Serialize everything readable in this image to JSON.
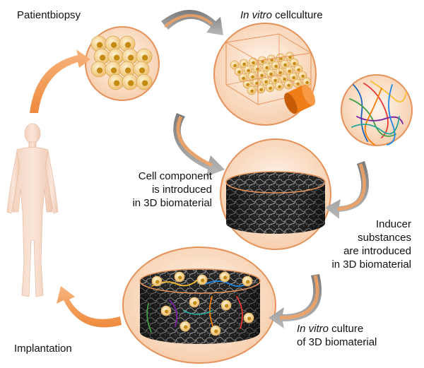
{
  "labels": {
    "patient_biopsy": "Patientbiopsy",
    "in_vitro_culture_italic": "In vitro",
    "in_vitro_culture_rest": " cellculture",
    "cell_component": "Cell component\nis introduced\nin 3D biomaterial",
    "inducer": "Inducer\nsubstances\nare introduced\nin 3D biomaterial",
    "culture_3d_italic": "In vitro",
    "culture_3d_rest": " culture\nof 3D biomaterial",
    "implantation": "Implantation"
  },
  "colors": {
    "circle_fill": "#fbe0cc",
    "circle_stroke": "#e5925a",
    "arrow_orange": "#f4a262",
    "arrow_grey": "#9a9a9a",
    "cell_fill": "#f7d99a",
    "cell_nucleus": "#c48a14",
    "human_fill": "#f6dccd",
    "scaffold_dark": "#2a2a2a",
    "fiber_colors": [
      "#1565c0",
      "#e53935",
      "#43a047",
      "#fbc02d",
      "#7b1fa2",
      "#f57c00"
    ]
  },
  "icons": [
    "human-silhouette",
    "cell-cluster",
    "culture-flask",
    "fiber-bundle",
    "scaffold-cylinder",
    "seeded-scaffold"
  ]
}
